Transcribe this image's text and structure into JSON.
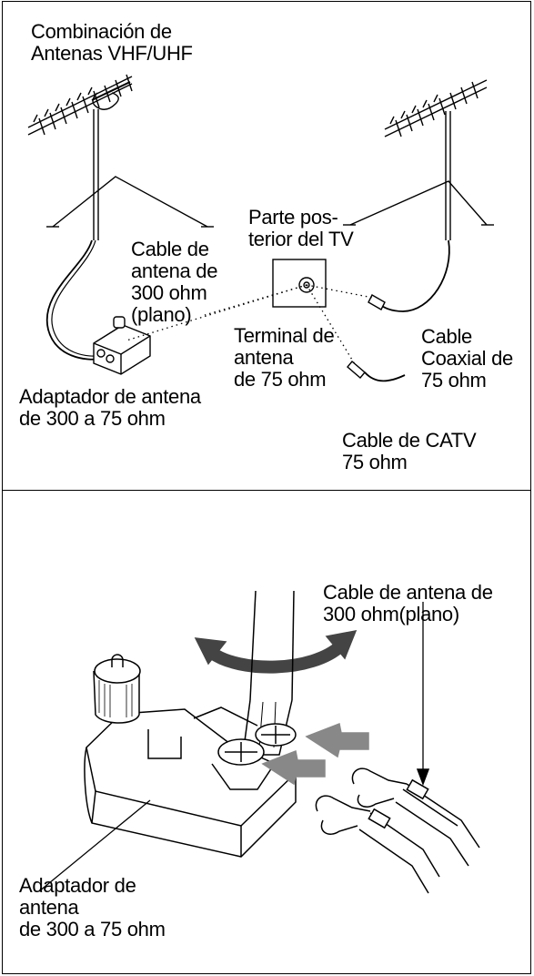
{
  "top_panel": {
    "labels": {
      "antenna_combo": [
        "Combinación de",
        "Antenas VHF/UHF"
      ],
      "tv_back": [
        "Parte pos-",
        "terior del TV"
      ],
      "flat_cable": [
        "Cable de",
        "antena de",
        "300 ohm",
        "(plano)"
      ],
      "terminal": [
        "Terminal de",
        "antena",
        "de 75 ohm"
      ],
      "coax": [
        "Cable",
        "Coaxial de",
        "75 ohm"
      ],
      "adapter": [
        "Adaptador de antena",
        "de 300 a 75 ohm"
      ],
      "catv": [
        "Cable de CATV",
        "75 ohm"
      ]
    }
  },
  "bottom_panel": {
    "labels": {
      "flat_cable": [
        "Cable de antena de",
        "300 ohm(plano)"
      ],
      "adapter": [
        "Adaptador de",
        "antena",
        "de 300 a 75 ohm"
      ]
    }
  }
}
